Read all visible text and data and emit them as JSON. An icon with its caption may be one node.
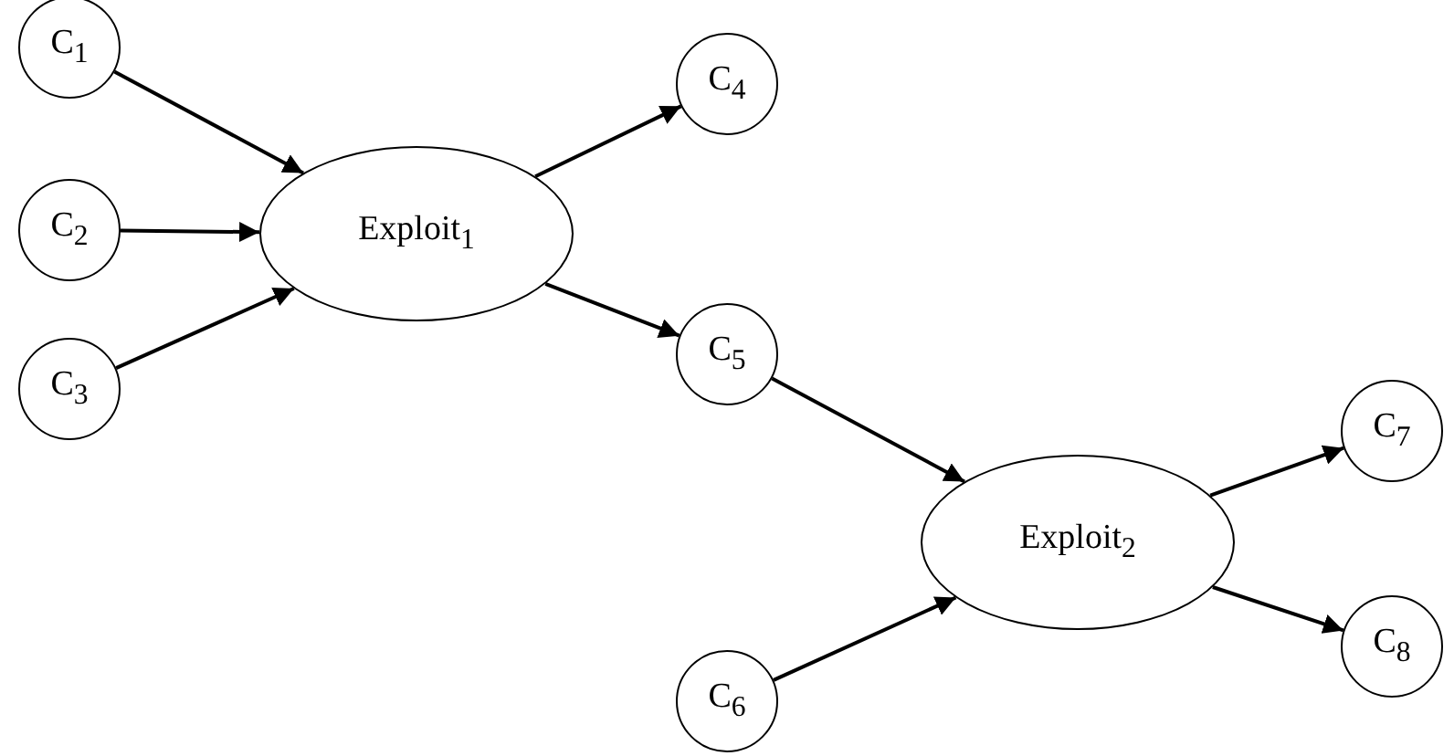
{
  "diagram": {
    "nodes": [
      {
        "text": [
          "C$_{1}$"
        ]
      },
      {
        "text": [
          "C$_{2}$"
        ]
      },
      {
        "text": [
          "C$_{3}$"
        ]
      },
      {
        "text": [
          "Exploit$_{1}$"
        ]
      },
      {
        "text": [
          "C$_{4}$"
        ]
      },
      {
        "text": [
          "C$_{5}$"
        ]
      },
      {
        "text": [
          "Exploit$_{2}$"
        ]
      },
      {
        "text": [
          "C$_{6}$"
        ]
      },
      {
        "text": [
          "C$_{7}$"
        ]
      },
      {
        "text": [
          "C$_{8}$"
        ]
      }
    ],
    "edges": [
      {
        "from": 0,
        "to": 3,
        "arrow": "to"
      },
      {
        "from": 1,
        "to": 3,
        "arrow": "to"
      },
      {
        "from": 2,
        "to": 3,
        "arrow": "to"
      },
      {
        "from": 3,
        "to": 4,
        "arrow": "to"
      },
      {
        "from": 3,
        "to": 5,
        "arrow": "to"
      },
      {
        "from": 5,
        "to": 6,
        "arrow": "to"
      },
      {
        "from": 7,
        "to": 6,
        "arrow": "to"
      },
      {
        "from": 6,
        "to": 8,
        "arrow": "to"
      },
      {
        "from": 6,
        "to": 9,
        "arrow": "to"
      }
    ]
  }
}
